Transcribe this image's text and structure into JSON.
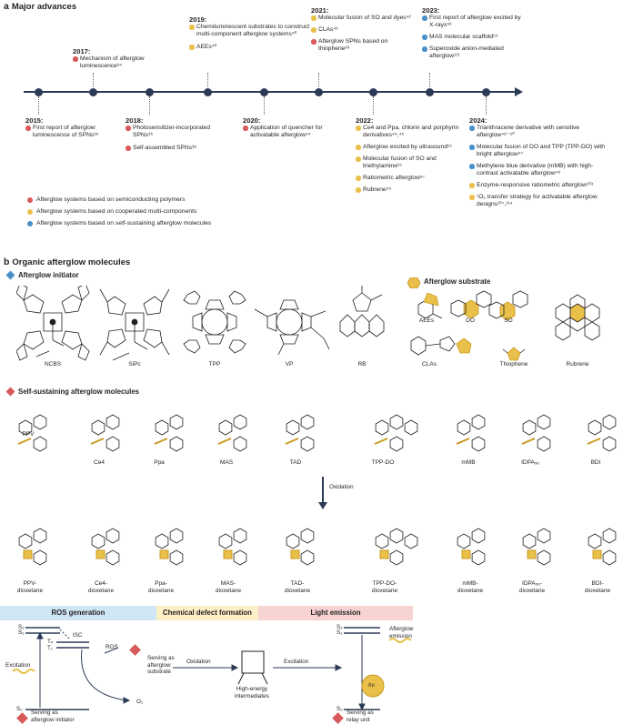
{
  "colors": {
    "red": "#d85a5a",
    "yellow": "#e9c04a",
    "blue": "#4a90c8",
    "navy": "#2b3a55",
    "gold": "#c99a1e",
    "band_ros": "#cfe6f5",
    "band_defect": "#fdf0c7",
    "band_light": "#f7d4d2"
  },
  "panel_a": {
    "letter": "a",
    "title": "Major advances",
    "milestones": [
      {
        "year": "2015:",
        "events": [
          {
            "color": "red",
            "text": "First report of afterglow luminescence of SPNs³⁵"
          }
        ]
      },
      {
        "year": "2017:",
        "events": [
          {
            "color": "red",
            "text": "Mechanism of afterglow luminescence³⁴"
          }
        ]
      },
      {
        "year": "2018:",
        "events": [
          {
            "color": "red",
            "text": "Photosensitizer-incorporated SPNs³⁶"
          },
          {
            "color": "red",
            "text": "Self-assembled SPNs³⁸"
          }
        ]
      },
      {
        "year": "2019:",
        "events": [
          {
            "color": "yellow",
            "text": "Chemiluminescent substrates to construct multi-component afterglow systems⁴⁰"
          },
          {
            "color": "yellow",
            "text": "AEEs⁴⁰"
          }
        ]
      },
      {
        "year": "2020:",
        "events": [
          {
            "color": "red",
            "text": "Application of quencher for activatable afterglow⁵⁴"
          }
        ]
      },
      {
        "year": "2021:",
        "events": [
          {
            "color": "yellow",
            "text": "Molecular fusion of SO and dyes⁴²"
          },
          {
            "color": "yellow",
            "text": "CLAs⁴³"
          },
          {
            "color": "red",
            "text": "Afterglow SPNs based on thiophene³⁹"
          }
        ]
      },
      {
        "year": "2022:",
        "events": [
          {
            "color": "yellow",
            "text": "Ce4 and Ppa, chlorin and porphyrin derivatives⁴⁴,⁴⁵"
          },
          {
            "color": "yellow",
            "text": "Afterglow excited by ultrasound⁵¹"
          },
          {
            "color": "yellow",
            "text": "Molecular fusion of SO and triethylamine¹⁵"
          },
          {
            "color": "yellow",
            "text": "Ratiometric afterglow⁵⁷"
          },
          {
            "color": "yellow",
            "text": "Rubrene⁵⁵"
          }
        ]
      },
      {
        "year": "2023:",
        "events": [
          {
            "color": "blue",
            "text": "First report of afterglow excited by X-rays⁵²"
          },
          {
            "color": "blue",
            "text": "MAS molecular scaffold⁶⁵"
          },
          {
            "color": "blue",
            "text": "Superoxide anion-mediated afterglow¹¹¹"
          }
        ]
      },
      {
        "year": "2024:",
        "events": [
          {
            "color": "blue",
            "text": "Trianthracene derivative with sensitive afterglow⁴⁸⁻⁵⁰"
          },
          {
            "color": "blue",
            "text": "Molecular fusion of DO and TPP (TPP-DO) with bright afterglow⁴⁷"
          },
          {
            "color": "blue",
            "text": "Methylene blue derivative (mMB) with high-contrast activatable afterglow⁴⁶"
          },
          {
            "color": "yellow",
            "text": "Enzyme-responsive ratiometric afterglow¹⁰³"
          },
          {
            "color": "yellow",
            "text": "¹O₂ transfer strategy for activatable afterglow designs¹⁰⁷,¹¹⁴"
          }
        ]
      }
    ],
    "legend": [
      {
        "color": "red",
        "text": "Afterglow systems based on semiconducting polymers"
      },
      {
        "color": "yellow",
        "text": "Afterglow systems based on cooperated multi-components"
      },
      {
        "color": "blue",
        "text": "Afterglow systems based on self-sustaining afterglow molecules"
      }
    ]
  },
  "panel_b": {
    "letter": "b",
    "title": "Organic afterglow molecules",
    "initiator_title": "Afterglow initiator",
    "initiators": [
      "NCBS",
      "SiPc",
      "TPP",
      "VP",
      "RB"
    ],
    "substrate_title": "Afterglow substrate",
    "substrates": [
      "AEEs",
      "DO",
      "SO",
      "CLAs",
      "Thiophene",
      "Rubrene"
    ],
    "self_title": "Self-sustaining afterglow molecules",
    "self_molecules": [
      "PPV",
      "Ce4",
      "Ppa",
      "MAS",
      "TAD",
      "TPP-DO",
      "mMB",
      "IDPA₅ₑ",
      "BDI"
    ],
    "oxidation": "Oxidation",
    "dioxetanes": [
      "PPV-\ndioxetane",
      "Ce4-\ndioxetane",
      "Ppa-\ndioxetane",
      "MAS-\ndioxetane",
      "TAD-\ndioxetane",
      "TPP-DO-\ndioxetane",
      "mMB-\ndioxetane",
      "IDPA₅ₑ-\ndioxetane",
      "BDI-\ndioxetane"
    ]
  },
  "mechanism": {
    "bands": [
      "ROS generation",
      "Chemical defect formation",
      "Light emission"
    ],
    "s2": "S₂",
    "s1": "S₁",
    "isc": "ISC",
    "tn": "Tₙ",
    "t1": "T₁",
    "s0": "S₀",
    "excitation": "Excitation",
    "ros": "ROS",
    "o2": "O₂",
    "substrate_role": "Serving as\nafterglow\nsubstrate",
    "oxidation": "Oxidation",
    "intermediates": "High-energy\nintermediates",
    "excitation2": "Excitation",
    "s2b": "S₂",
    "s1b": "S₁",
    "s0b": "S₀",
    "emission": "Afterglow\nemission",
    "hv": "hv",
    "initiator_role": "Serving as\nafterglow initiator",
    "relay_role": "Serving as\nrelay unit"
  }
}
